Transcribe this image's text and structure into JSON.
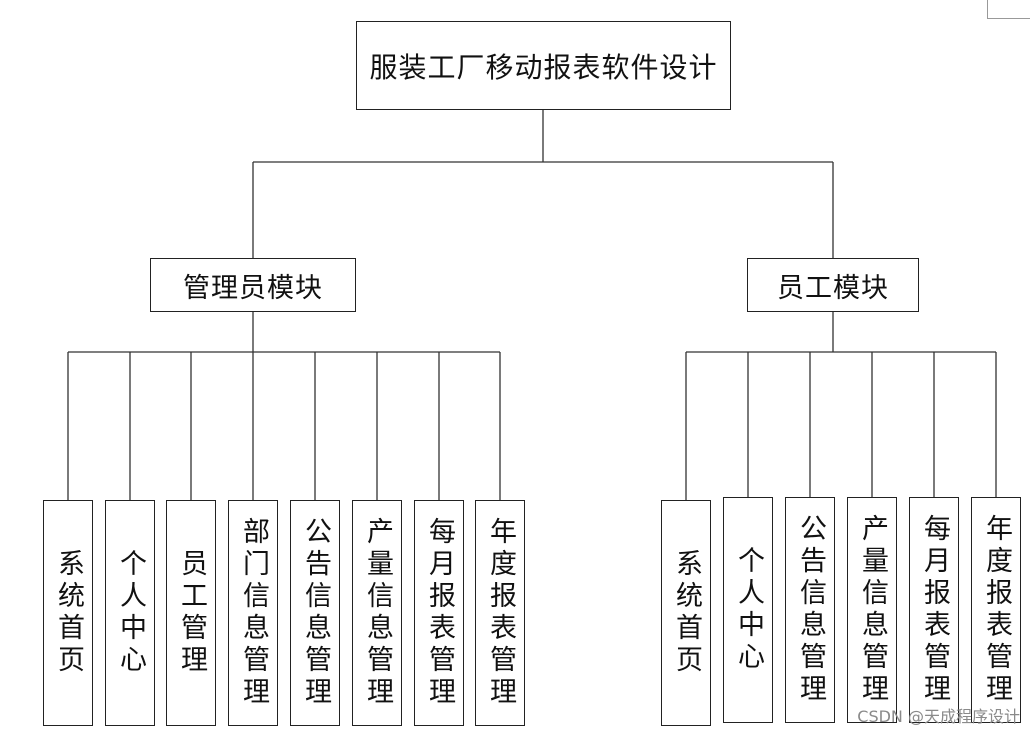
{
  "diagram": {
    "root": {
      "label": "服装工厂移动报表软件设计"
    },
    "modules": [
      {
        "label": "管理员模块",
        "children": [
          "系统首页",
          "个人中心",
          "员工管理",
          "部门信息管理",
          "公告信息管理",
          "产量信息管理",
          "每月报表管理",
          "年度报表管理"
        ]
      },
      {
        "label": "员工模块",
        "children": [
          "系统首页",
          "个人中心",
          "公告信息管理",
          "产量信息管理",
          "每月报表管理",
          "年度报表管理"
        ]
      }
    ]
  },
  "watermark": "CSDN @天成程序设计"
}
